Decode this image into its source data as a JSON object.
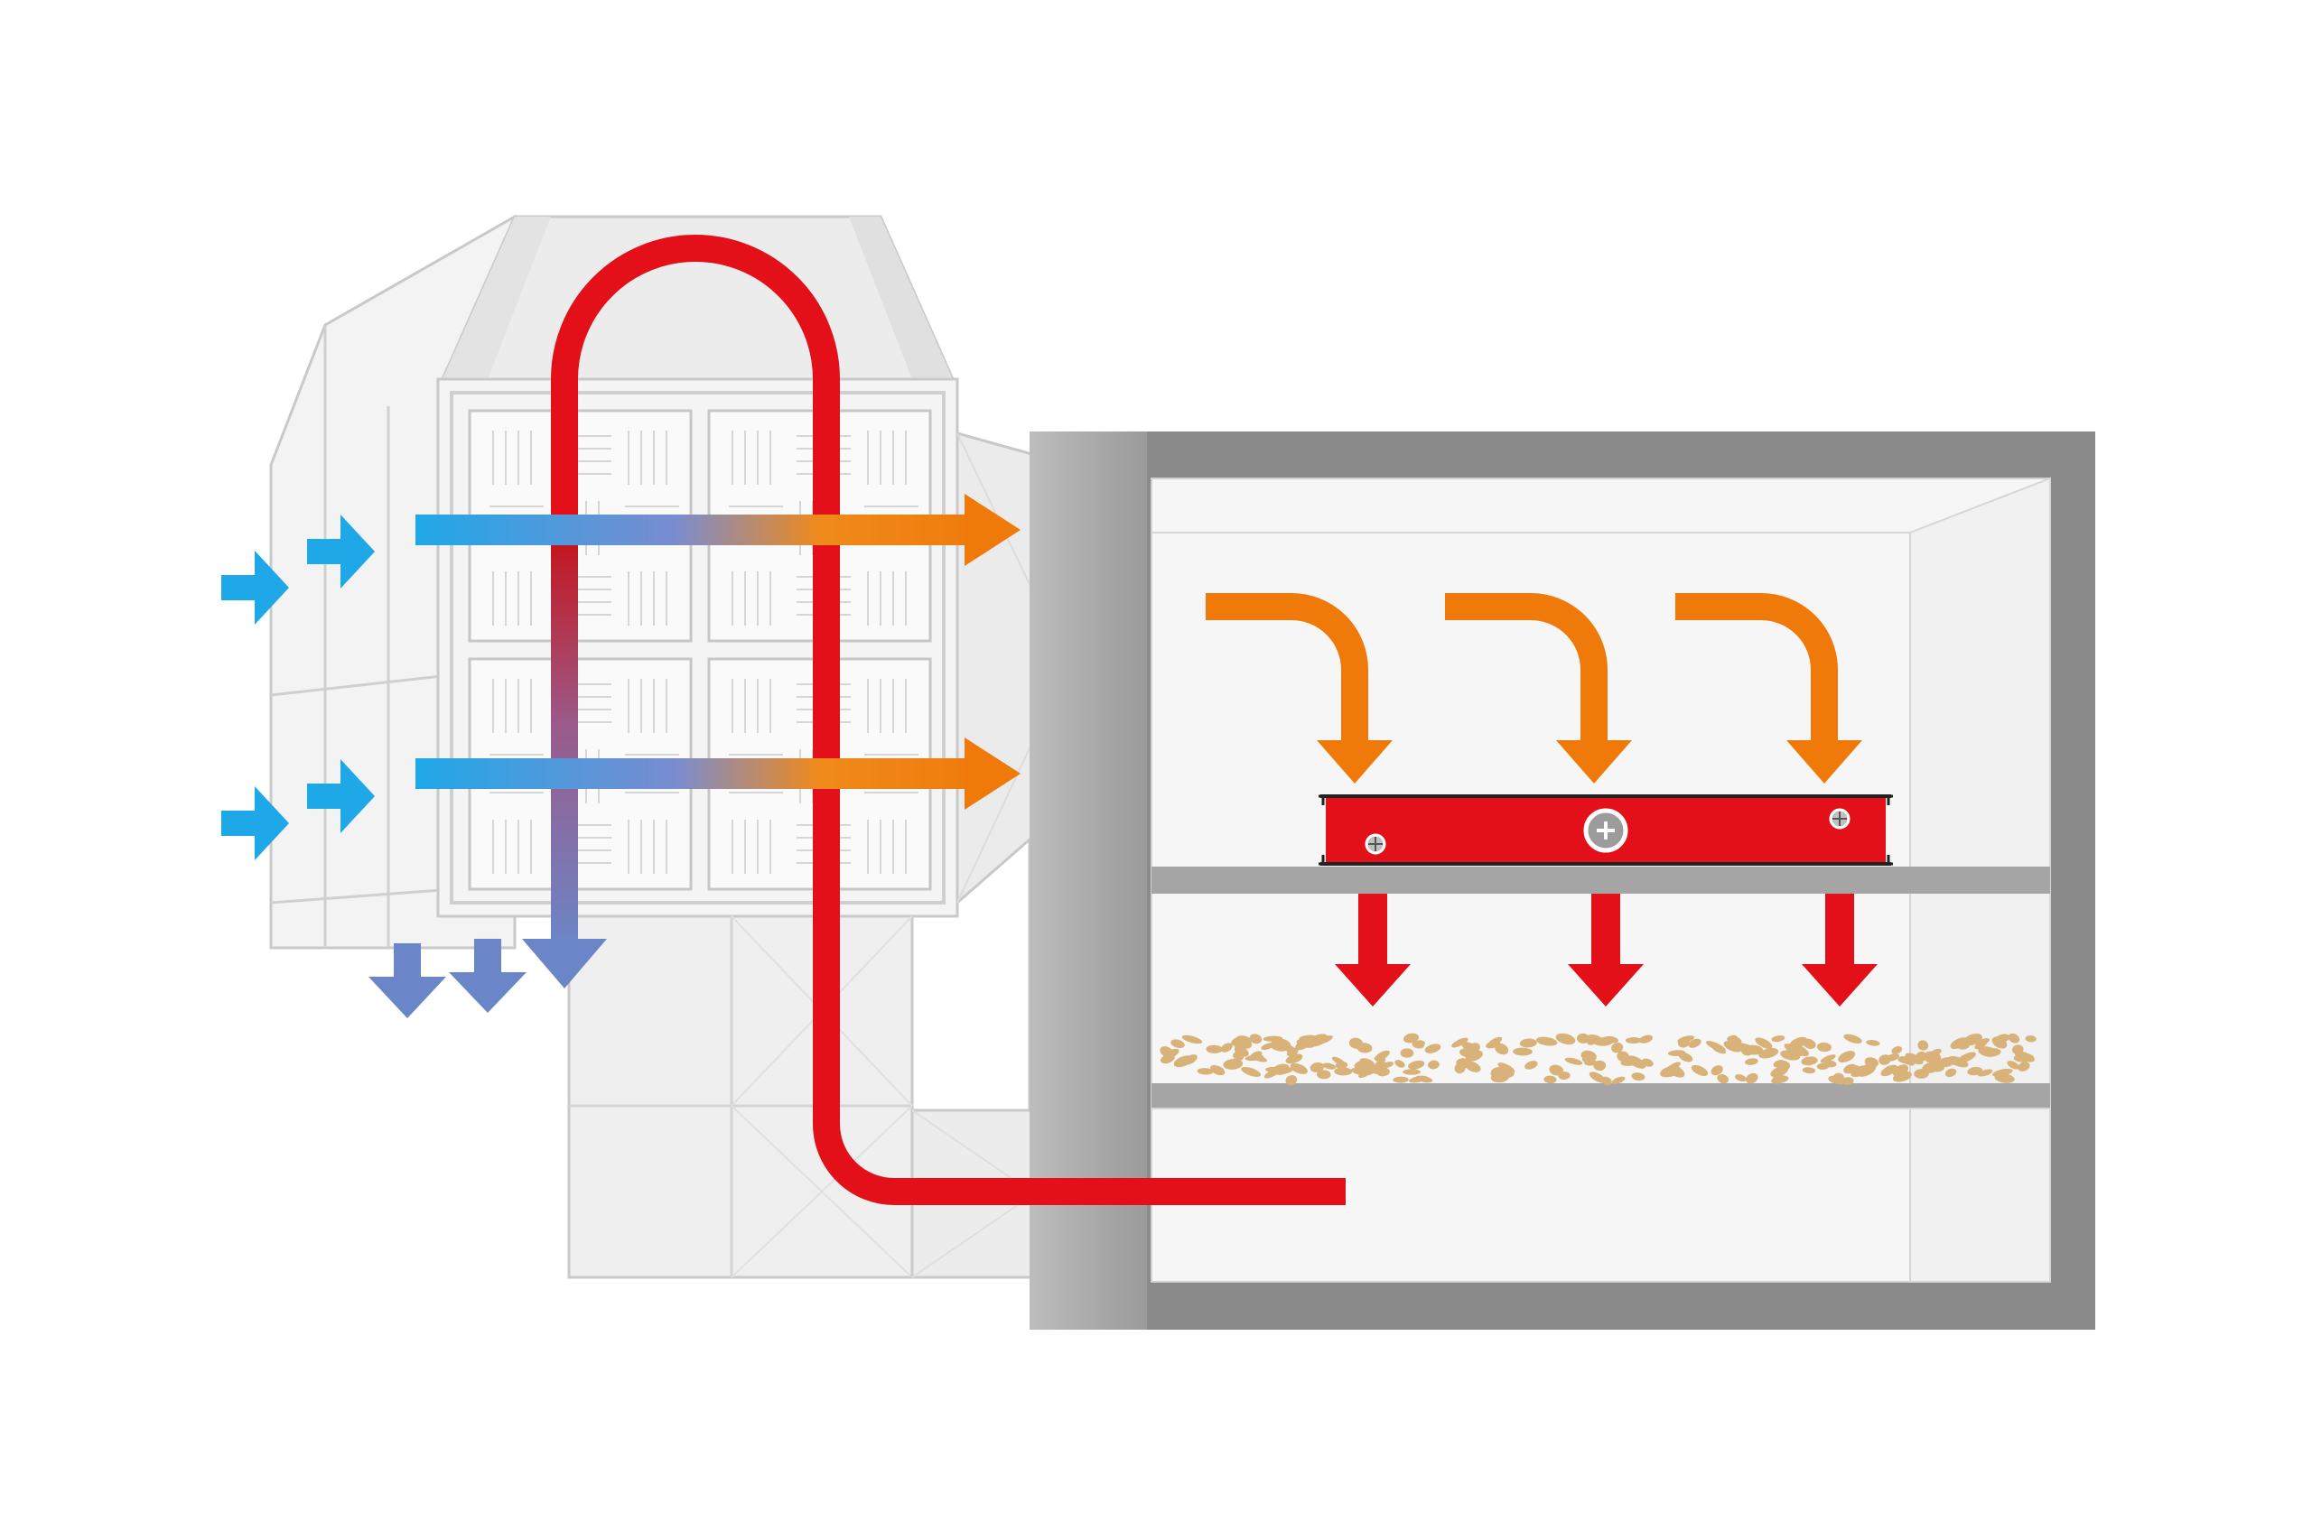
{
  "diagram": {
    "description_text": "",
    "colors": {
      "background": "#ffffff",
      "housing_light": "#f2f2f2",
      "housing_mid": "#e2e2e2",
      "housing_edge": "#c9c9c9",
      "chamber_wall": "#8a8a8a",
      "shelf": "#a8a8a8",
      "hot_pipe": "#e3101a",
      "cold_air": "#1fa8e8",
      "exhaust_air": "#6b86c8",
      "warm_air": "#ef7a0a",
      "heater_red": "#e3101a",
      "material": "#d9b27a"
    },
    "icons": {
      "intake": "arrow-right-icon",
      "exhaust": "arrow-down-icon",
      "heater_fixture": "screw-icon"
    },
    "flows": {
      "intake_arrows": 4,
      "exhaust_arrows": 3,
      "through_arrows": 2,
      "top_curved_arrows": 3,
      "down_heat_arrows": 3
    }
  }
}
